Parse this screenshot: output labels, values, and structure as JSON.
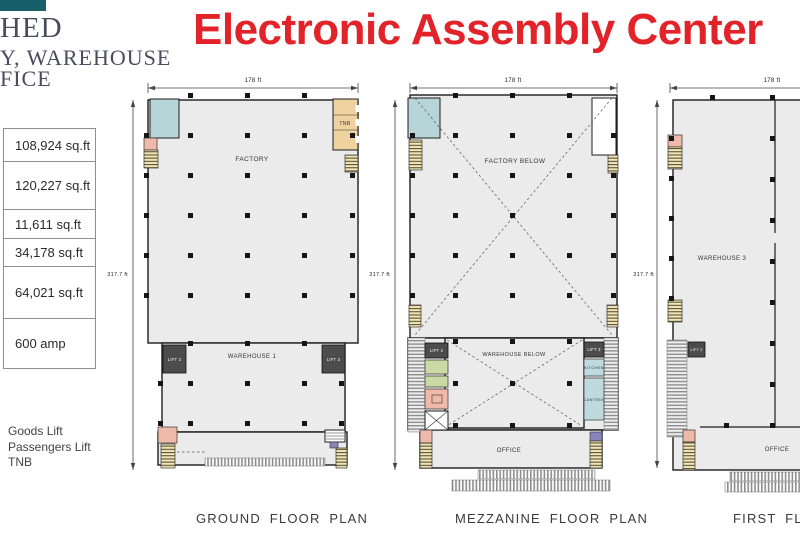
{
  "header": {
    "logo_lines": [
      "HED",
      "Y, WAREHOUSE",
      "FICE"
    ],
    "title": "Electronic Assembly Center"
  },
  "specs_table": {
    "values": [
      "108,924 sq.ft",
      "120,227 sq.ft",
      "11,611 sq.ft",
      "34,178 sq.ft",
      "64,021 sq.ft",
      "600 amp"
    ]
  },
  "legend": {
    "items": [
      "Goods Lift",
      "Passengers Lift",
      "TNB"
    ]
  },
  "dimensions": {
    "width": "178 ft",
    "height": "317.7 ft"
  },
  "plans": {
    "ground": {
      "caption": "GROUND FLOOR PLAN",
      "rooms": {
        "factory": "FACTORY",
        "warehouse": "WAREHOUSE 1",
        "tnb": "TNB",
        "lift_left": "LIFT 2",
        "lift_right": "LIFT 3"
      }
    },
    "mezzanine": {
      "caption": "MEZZANINE FLOOR PLAN",
      "rooms": {
        "factory": "FACTORY BELOW",
        "warehouse": "WAREHOUSE BELOW",
        "office": "OFFICE",
        "kitchen": "KITCHEN",
        "canteen": "CANTEEN",
        "lift_left": "LIFT 2",
        "lift_right": "LIFT 3"
      }
    },
    "first": {
      "caption": "FIRST FLOOR PLAN",
      "rooms": {
        "warehouse": "WAREHOUSE 3",
        "office": "OFFICE",
        "lift": "LIFT 2"
      }
    }
  },
  "colors": {
    "accent_red": "#e2232a",
    "brand_teal": "#17606a"
  }
}
